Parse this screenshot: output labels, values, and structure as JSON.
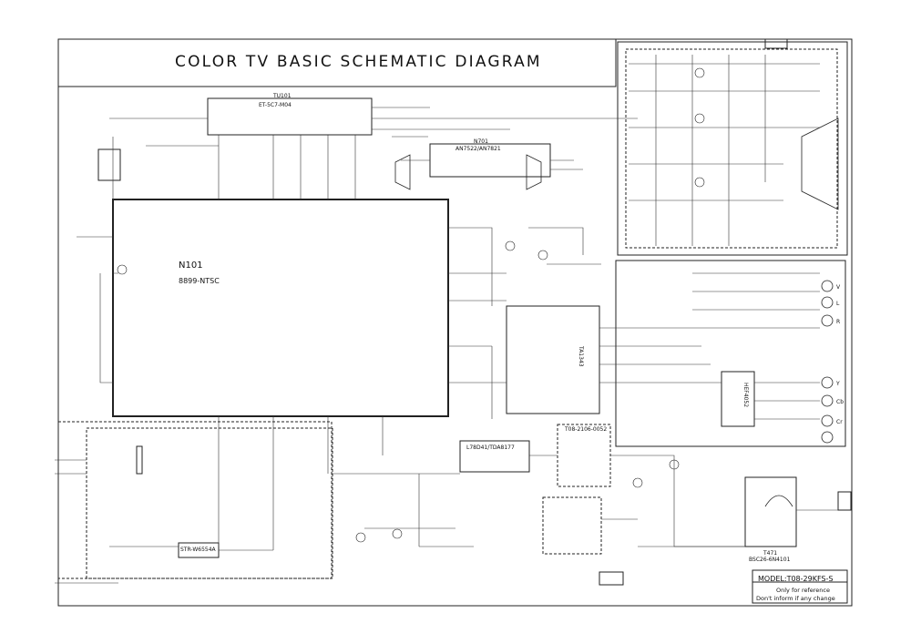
{
  "title": "COLOR TV BASIC SCHEMATIC DIAGRAM",
  "main_ic": {
    "ref": "N101",
    "part": "8899-NTSC"
  },
  "tuner": {
    "ref": "TU101",
    "part": "ET-5C7-M04"
  },
  "audio_amp": {
    "ref": "N701",
    "part": "AN7522/AN7821"
  },
  "regulator": {
    "part": "L78D41/TDA8177"
  },
  "av_switch": {
    "part": "TA1343"
  },
  "av_block": {
    "part": "T08-2106-0052"
  },
  "switch_ic": {
    "part": "HEF4052"
  },
  "power_ic": {
    "part": "STR-W6554A"
  },
  "flyback": {
    "ref": "T471",
    "part": "BSC26-6N4101"
  },
  "jack_labels": [
    "V",
    "L",
    "R",
    "Y",
    "Cb",
    "Cr"
  ],
  "model": "MODEL:T08-29KFS-S",
  "notes": [
    "Only for reference",
    "Don't inform if any change"
  ]
}
